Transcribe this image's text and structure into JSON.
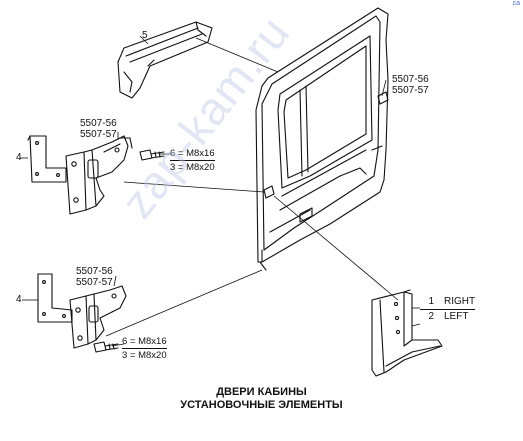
{
  "caption": {
    "line1": "ДВЕРИ КАБИНЫ",
    "line2": "УСТАНОВОЧНЫЕ ЭЛЕМЕНТЫ"
  },
  "watermark": "zap-kam.ru",
  "corner_mark": "ca",
  "callouts": {
    "seal": "5",
    "plate_upper": "4",
    "plate_lower": "4",
    "door_part": {
      "line1": "5507-56",
      "line2": "5507-57"
    },
    "hinge_upper_part": {
      "line1": "5507-56",
      "line2": "5507-57"
    },
    "hinge_lower_part": {
      "line1": "5507-56",
      "line2": "5507-57"
    },
    "bolt_upper": {
      "top": "6 = M8x16",
      "bottom": "3 = M8x20"
    },
    "bolt_lower": {
      "top": "6 = M8x16",
      "bottom": "3 = M8x20"
    },
    "trim_legend": {
      "row1_key": "1",
      "row1_value": "RIGHT",
      "row2_key": "2",
      "row2_value": "LEFT"
    }
  },
  "colors": {
    "ink": "#111111",
    "watermark": "#bec8e6",
    "corner_mark": "#4a6fd0"
  }
}
